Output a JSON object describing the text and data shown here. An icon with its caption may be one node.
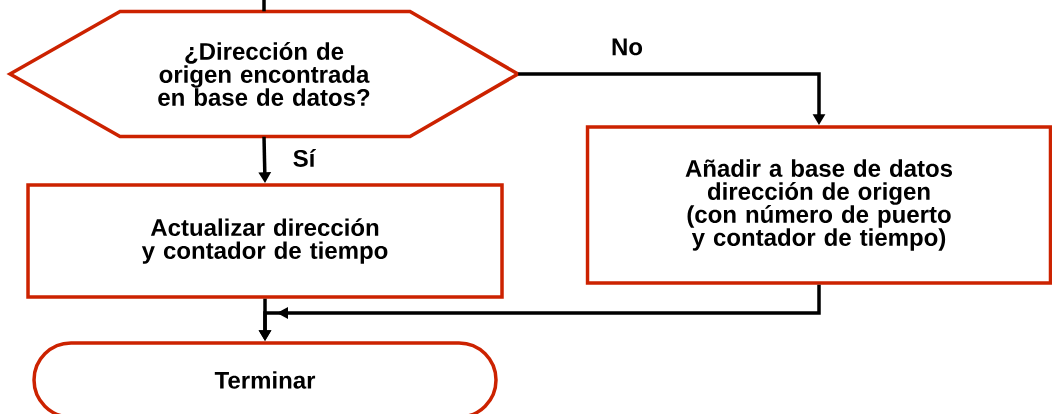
{
  "diagram": {
    "nodes": [
      {
        "text": [
          "¿Dirección de origen encontrada en base de datos?"
        ]
      },
      {
        "text": [
          "Actualizar dirección y contador de tiempo"
        ]
      },
      {
        "text": [
          "Añadir a base de datos dirección de origen (con número de puerto y contador de tiempo)"
        ]
      },
      {
        "text": [
          "Terminar"
        ]
      }
    ],
    "edges": [
      {
        "from": null,
        "to": 0,
        "arrow": "none"
      },
      {
        "from": 0,
        "to": 1,
        "arrow": "to",
        "label": "Sí"
      },
      {
        "from": 0,
        "to": 2,
        "arrow": "to",
        "label": "No"
      },
      {
        "from": 1,
        "to": 3,
        "arrow": "to"
      },
      {
        "from": 2,
        "to": 3,
        "arrow": "to"
      }
    ]
  }
}
